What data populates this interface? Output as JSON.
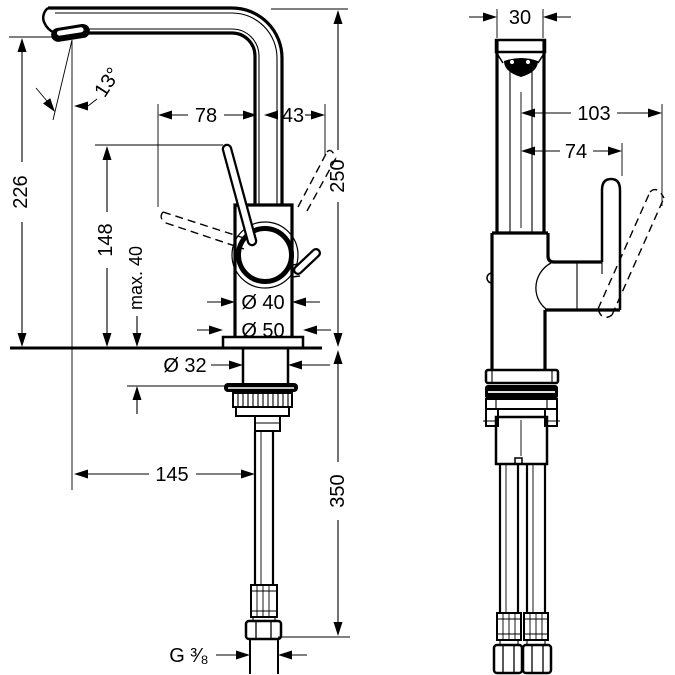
{
  "drawing": {
    "type": "technical-dimension-drawing",
    "subject": "single-lever mixer faucet, side view and front view with installation dimensions (mm)",
    "colors": {
      "line_color": "#000000",
      "background": "#ffffff"
    },
    "side_view": {
      "spout_height": "226",
      "spout_angle": "13°",
      "lever_height": "148",
      "max_deck_thickness": "max. 40",
      "reach_left": "78",
      "reach_right": "43",
      "height_above_deck": "250",
      "body_diameter": "Ø 40",
      "base_diameter": "Ø 50",
      "shank_diameter": "Ø 32",
      "spout_reach": "145",
      "hose_length": "350",
      "thread_size": "G ³⁄₈"
    },
    "front_view": {
      "spout_width": "30",
      "max_lever_reach": "103",
      "lever_reach": "74"
    }
  }
}
